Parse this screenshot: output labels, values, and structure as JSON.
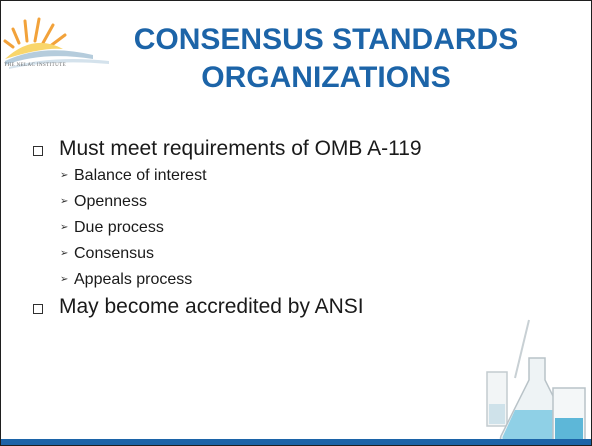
{
  "logo": {
    "caption": "THE NELAC INSTITUTE"
  },
  "title": {
    "line1": "CONSENSUS STANDARDS",
    "line2": "ORGANIZATIONS"
  },
  "bullets": {
    "item1": "Must meet requirements of OMB A-119",
    "sub": [
      "Balance of interest",
      "Openness",
      "Due process",
      "Consensus",
      "Appeals process"
    ],
    "item2": "May become accredited by ANSI"
  },
  "colors": {
    "title": "#1c64a8",
    "sun_orange": "#f2a23a",
    "sun_yellow": "#f9d66b",
    "accent_bar": "#1c64a8"
  }
}
